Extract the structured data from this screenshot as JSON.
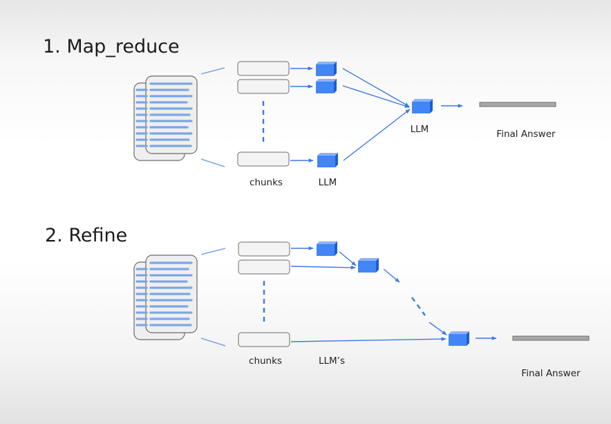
{
  "sections": [
    {
      "id": "map-reduce",
      "heading": "1. Map_reduce",
      "labels": {
        "chunks": "chunks",
        "llm_column": "LLM",
        "llm_combine": "LLM",
        "final_answer": "Final Answer"
      }
    },
    {
      "id": "refine",
      "heading": "2. Refine",
      "labels": {
        "chunks": "chunks",
        "llm_column": "LLM’s",
        "final_answer": "Final Answer"
      }
    }
  ],
  "colors": {
    "accent_blue": "#3b78e7",
    "cube_front": "#4285f4",
    "cube_top": "#8ab4f8",
    "cube_side": "#1a5ed6",
    "document_lines": "#7aa6e8",
    "answer_bar": "#a9a9a9"
  },
  "icons": [
    "document-stack-icon",
    "llm-cube-icon",
    "answer-bar-icon"
  ]
}
